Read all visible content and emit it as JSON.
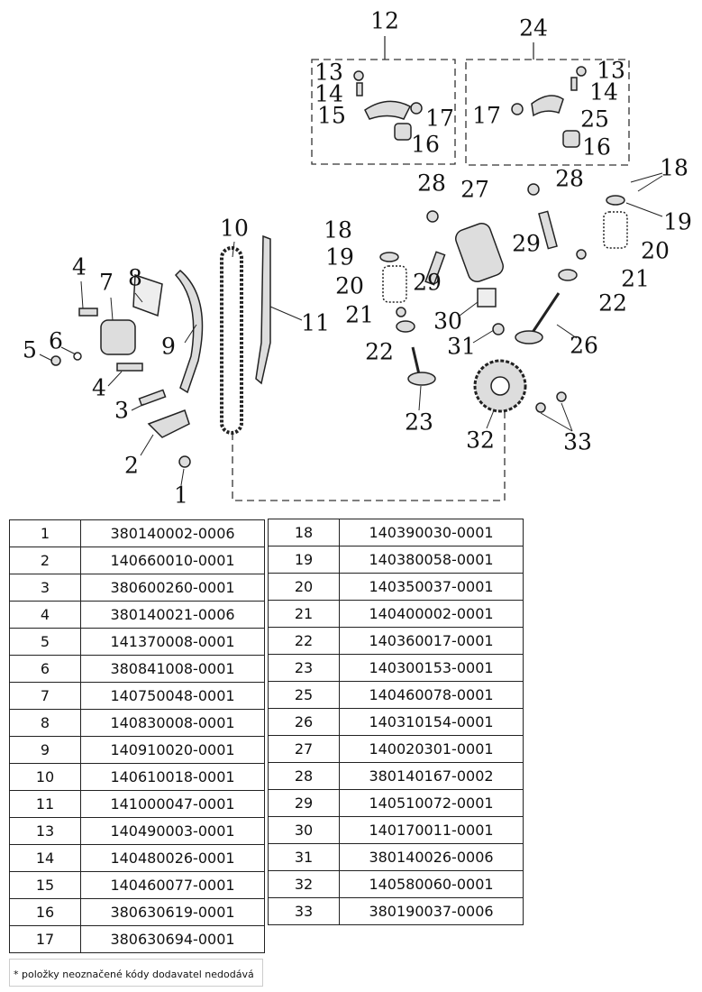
{
  "callouts": {
    "c12": "12",
    "c24": "24",
    "c13a": "13",
    "c14a": "14",
    "c15": "15",
    "c17a": "17",
    "c16a": "16",
    "c13b": "13",
    "c14b": "14",
    "c17b": "17",
    "c25": "25",
    "c16b": "16",
    "c18a": "18",
    "c18b": "18",
    "c28a": "28",
    "c28b": "28",
    "c27": "27",
    "c19a": "19",
    "c19b": "19",
    "c10": "10",
    "c20a": "20",
    "c20b": "20",
    "c29a": "29",
    "c29b": "29",
    "c8": "8",
    "c4a": "4",
    "c4b": "4",
    "c7": "7",
    "c21a": "21",
    "c21b": "21",
    "c11": "11",
    "c22a": "22",
    "c22b": "22",
    "c30": "30",
    "c6": "6",
    "c5": "5",
    "c9": "9",
    "c31": "31",
    "c26": "26",
    "c3": "3",
    "c23": "23",
    "c32": "32",
    "c33": "33",
    "c2": "2",
    "c1": "1"
  },
  "parts_left": [
    {
      "no": "1",
      "code": "380140002-0006"
    },
    {
      "no": "2",
      "code": "140660010-0001"
    },
    {
      "no": "3",
      "code": "380600260-0001"
    },
    {
      "no": "4",
      "code": "380140021-0006"
    },
    {
      "no": "5",
      "code": "141370008-0001"
    },
    {
      "no": "6",
      "code": "380841008-0001"
    },
    {
      "no": "7",
      "code": "140750048-0001"
    },
    {
      "no": "8",
      "code": "140830008-0001"
    },
    {
      "no": "9",
      "code": "140910020-0001"
    },
    {
      "no": "10",
      "code": "140610018-0001"
    },
    {
      "no": "11",
      "code": "141000047-0001"
    },
    {
      "no": "13",
      "code": "140490003-0001"
    },
    {
      "no": "14",
      "code": "140480026-0001"
    },
    {
      "no": "15",
      "code": "140460077-0001"
    },
    {
      "no": "16",
      "code": "380630619-0001"
    },
    {
      "no": "17",
      "code": "380630694-0001"
    }
  ],
  "parts_right": [
    {
      "no": "18",
      "code": "140390030-0001"
    },
    {
      "no": "19",
      "code": "140380058-0001"
    },
    {
      "no": "20",
      "code": "140350037-0001"
    },
    {
      "no": "21",
      "code": "140400002-0001"
    },
    {
      "no": "22",
      "code": "140360017-0001"
    },
    {
      "no": "23",
      "code": "140300153-0001"
    },
    {
      "no": "25",
      "code": "140460078-0001"
    },
    {
      "no": "26",
      "code": "140310154-0001"
    },
    {
      "no": "27",
      "code": "140020301-0001"
    },
    {
      "no": "28",
      "code": "380140167-0002"
    },
    {
      "no": "29",
      "code": "140510072-0001"
    },
    {
      "no": "30",
      "code": "140170011-0001"
    },
    {
      "no": "31",
      "code": "380140026-0006"
    },
    {
      "no": "32",
      "code": "140580060-0001"
    },
    {
      "no": "33",
      "code": "380190037-0006"
    }
  ],
  "footnote": "* položky neoznačené kódy dodavatel nedodává"
}
